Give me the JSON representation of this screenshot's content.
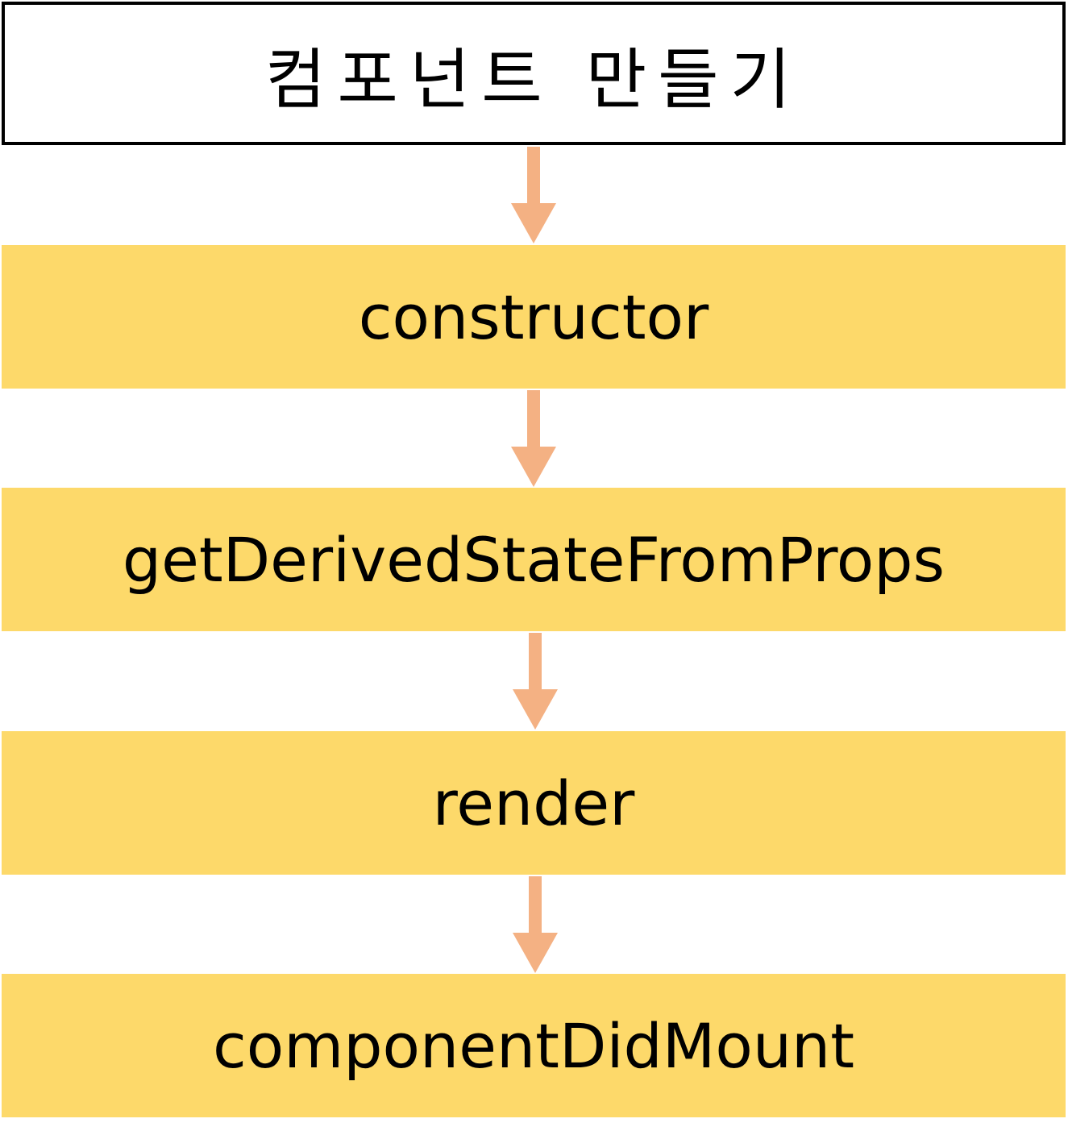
{
  "diagram": {
    "title": "컴포넌트 만들기",
    "steps": [
      {
        "label": "constructor"
      },
      {
        "label": "getDerivedStateFromProps"
      },
      {
        "label": "render"
      },
      {
        "label": "componentDidMount"
      }
    ]
  },
  "colors": {
    "step_fill": "#FDD96A",
    "arrow": "#F4B183",
    "start_border": "#000000",
    "text": "#000000"
  }
}
